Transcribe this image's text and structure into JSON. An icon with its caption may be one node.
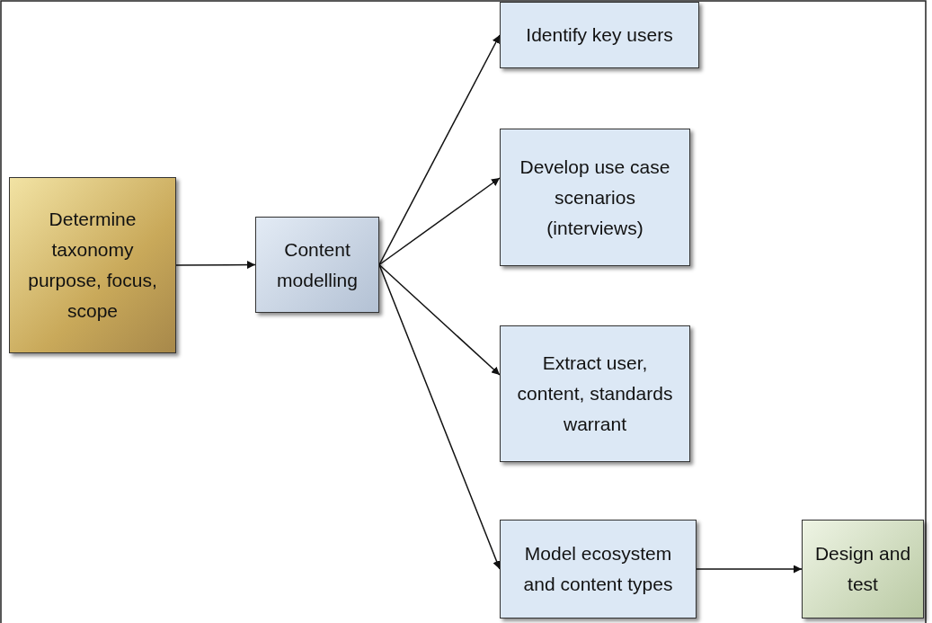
{
  "diagram": {
    "nodes": [
      {
        "text": [
          "Determine taxonomy purpose, focus, scope"
        ]
      },
      {
        "text": [
          "Content modelling"
        ]
      },
      {
        "text": [
          "Identify key users"
        ]
      },
      {
        "text": [
          "Develop use case scenarios (interviews)"
        ]
      },
      {
        "text": [
          "Extract user, content, standards warrant"
        ]
      },
      {
        "text": [
          "Model ecosystem and content types"
        ]
      },
      {
        "text": [
          "Design and test"
        ]
      }
    ],
    "edges": [
      {
        "from": 0,
        "to": 1,
        "arrow": "to"
      },
      {
        "from": 1,
        "to": 2,
        "arrow": "to"
      },
      {
        "from": 1,
        "to": 3,
        "arrow": "to"
      },
      {
        "from": 1,
        "to": 4,
        "arrow": "to"
      },
      {
        "from": 1,
        "to": 5,
        "arrow": "to"
      },
      {
        "from": 5,
        "to": 6,
        "arrow": "to"
      }
    ]
  }
}
